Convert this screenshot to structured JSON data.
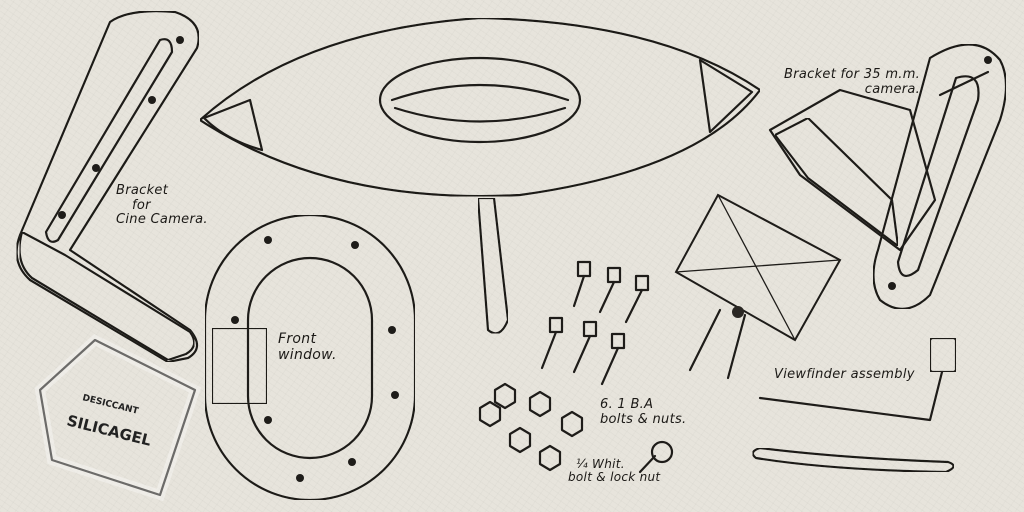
{
  "captions": {
    "cine_bracket": [
      "Bracket",
      "for",
      "Cine Camera."
    ],
    "front_window": [
      "Front",
      "window."
    ],
    "bracket_35mm": [
      "Bracket for 35 m.m.",
      "camera."
    ],
    "viewfinder": "Viewfinder assembly",
    "bolts_nuts": [
      "6. 1 B.A",
      "bolts & nuts."
    ],
    "whit_bolt": [
      "¼ Whit.",
      "bolt & lock nut"
    ]
  },
  "packet": {
    "line1": "DESICCANT",
    "line2": "SILICAGEL"
  },
  "colors": {
    "background": "#e7e4dc",
    "ink": "#1e1c19",
    "dark_stipple": "#4a4640",
    "light_part": "#d9d5cb"
  }
}
